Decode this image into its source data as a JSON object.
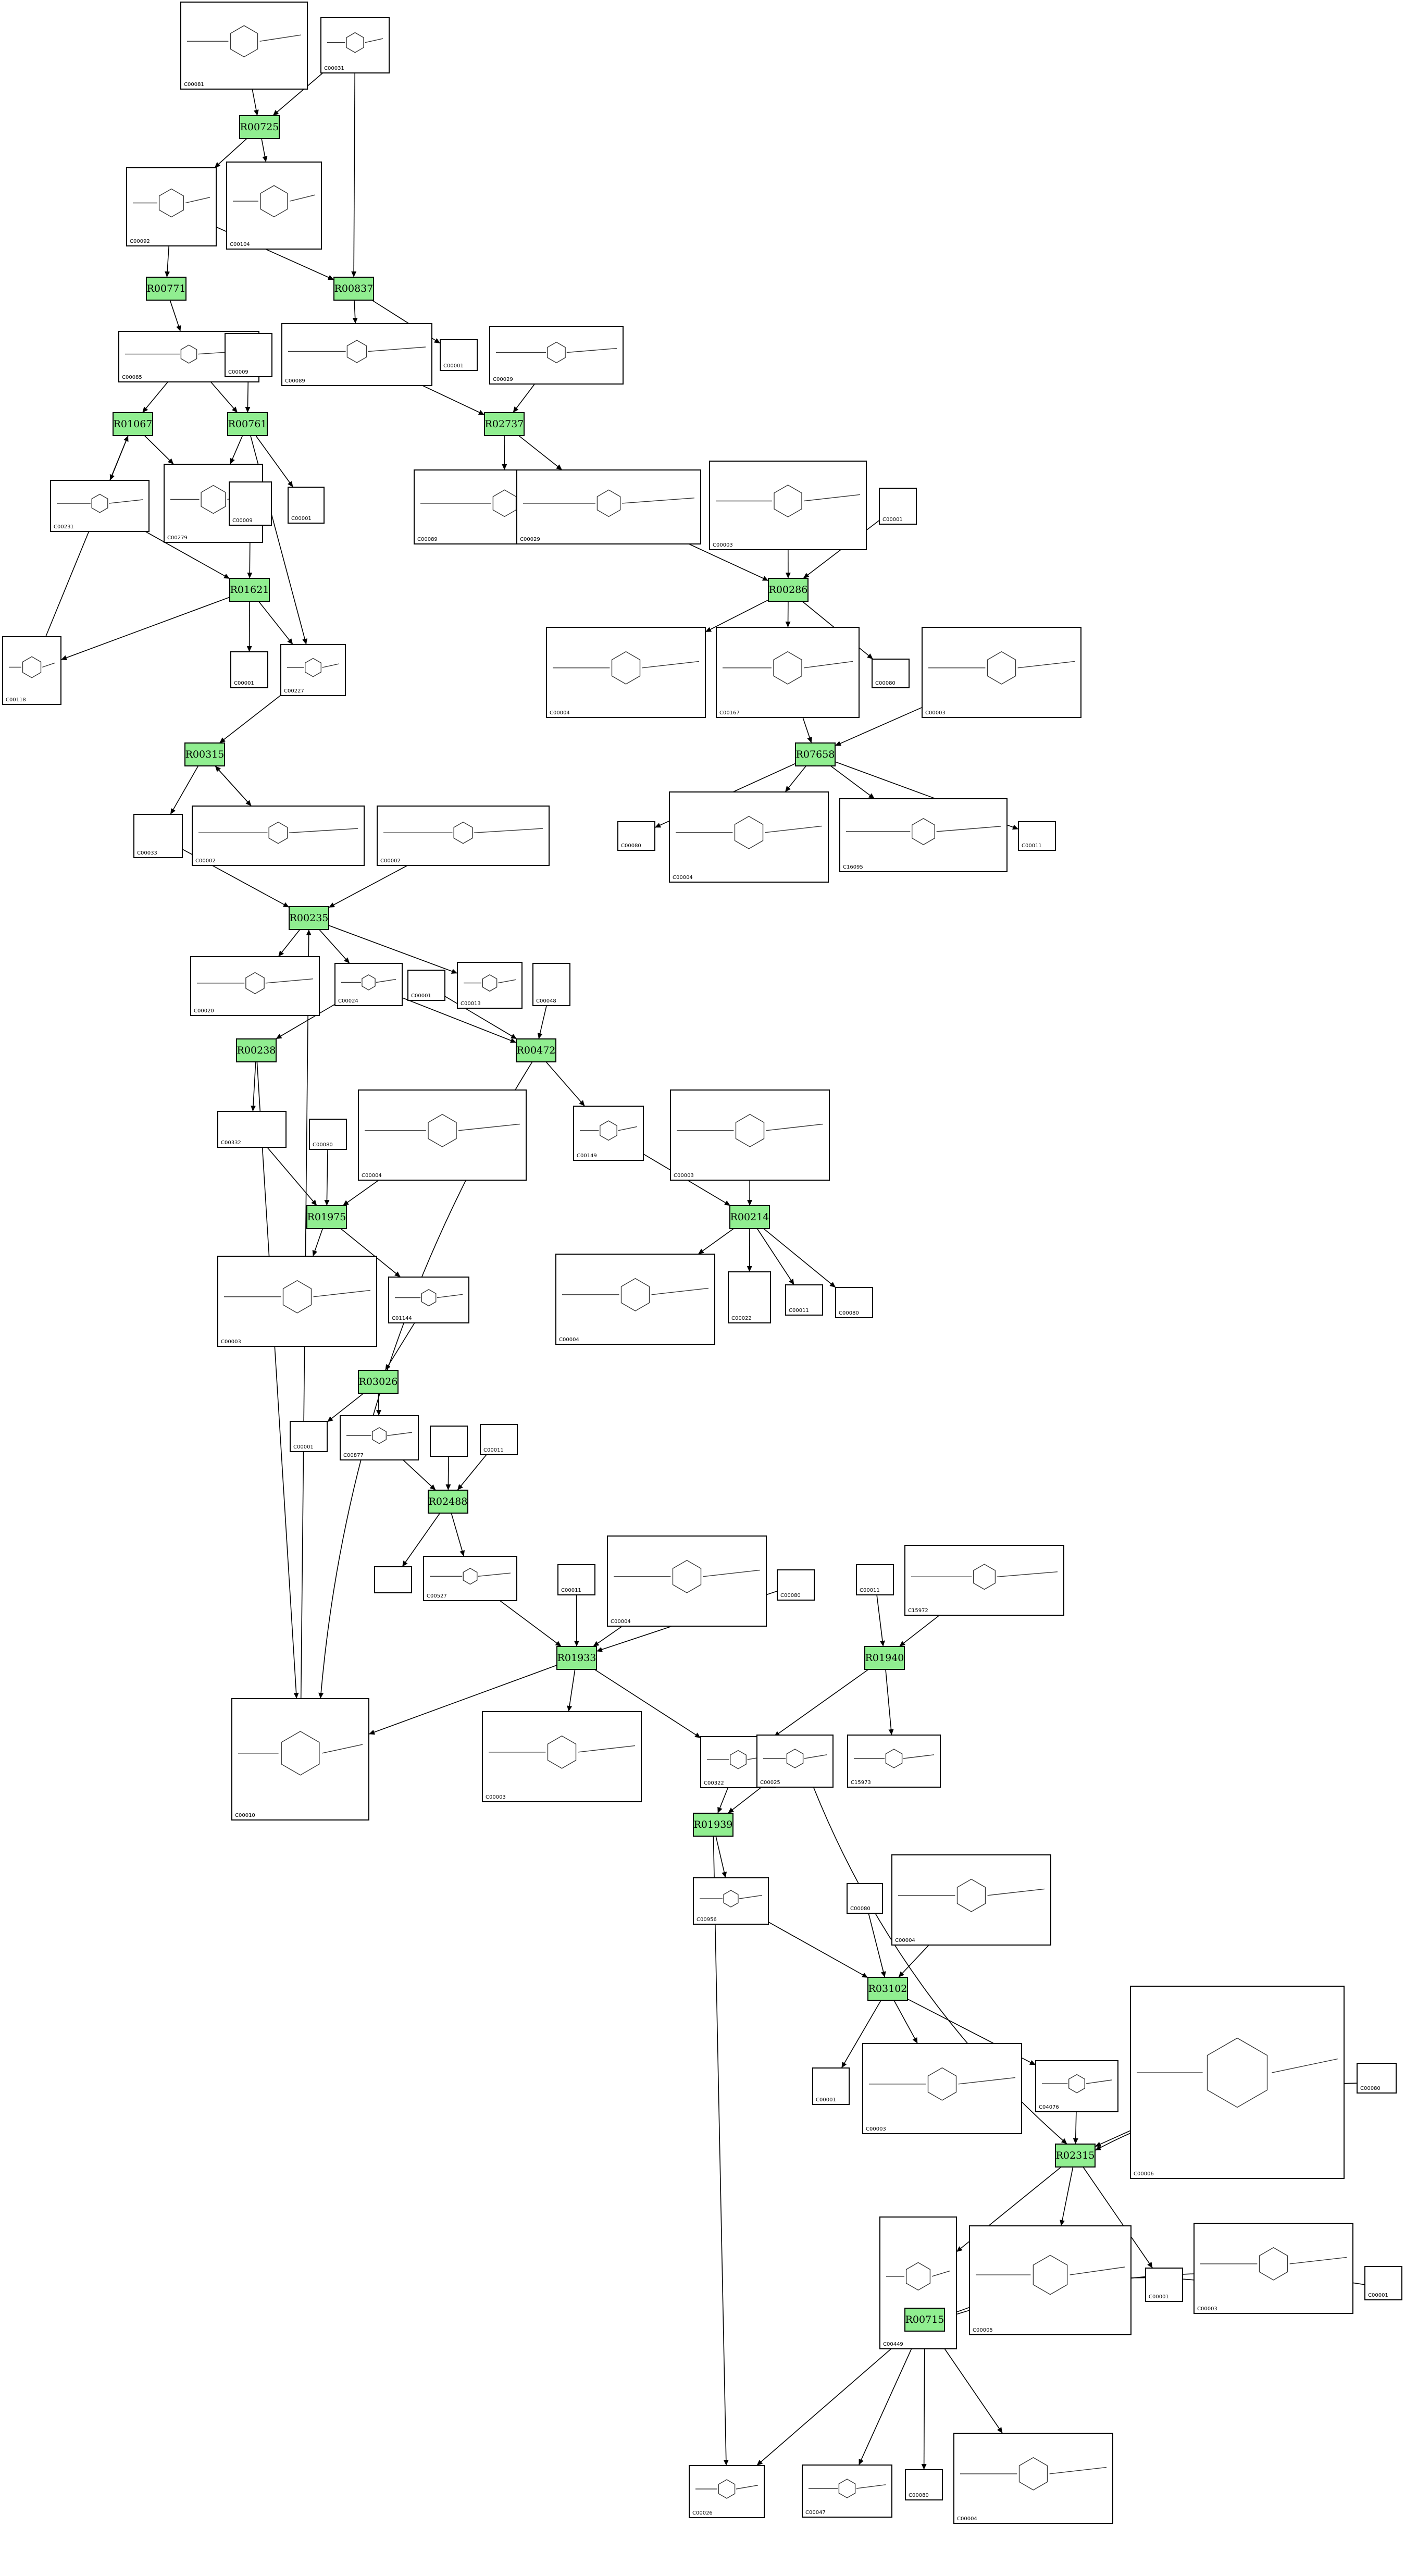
{
  "reactions": [
    {
      "id": "R00725",
      "label": "R00725"
    },
    {
      "id": "R00771",
      "label": "R00771"
    },
    {
      "id": "R00837",
      "label": "R00837"
    },
    {
      "id": "R01067",
      "label": "R01067"
    },
    {
      "id": "R00761",
      "label": "R00761"
    },
    {
      "id": "R02737",
      "label": "R02737"
    },
    {
      "id": "R01621",
      "label": "R01621"
    },
    {
      "id": "R00286",
      "label": "R00286"
    },
    {
      "id": "R00315",
      "label": "R00315"
    },
    {
      "id": "R07658",
      "label": "R07658"
    },
    {
      "id": "R00235",
      "label": "R00235"
    },
    {
      "id": "R00238",
      "label": "R00238"
    },
    {
      "id": "R00472",
      "label": "R00472"
    },
    {
      "id": "R01975",
      "label": "R01975"
    },
    {
      "id": "R00214",
      "label": "R00214"
    },
    {
      "id": "R03026",
      "label": "R03026"
    },
    {
      "id": "R02488",
      "label": "R02488"
    },
    {
      "id": "R01933",
      "label": "R01933"
    },
    {
      "id": "R01940",
      "label": "R01940"
    },
    {
      "id": "R01939",
      "label": "R01939"
    },
    {
      "id": "R03102",
      "label": "R03102"
    },
    {
      "id": "R02315",
      "label": "R02315"
    },
    {
      "id": "R00715",
      "label": "R00715"
    }
  ],
  "compounds": [
    {
      "id": "n1",
      "label": "C00081"
    },
    {
      "id": "n2",
      "label": "C00031"
    },
    {
      "id": "n3",
      "label": "C00092"
    },
    {
      "id": "n4",
      "label": "C00104"
    },
    {
      "id": "n5",
      "label": "C00085"
    },
    {
      "id": "n6",
      "label": "C00009"
    },
    {
      "id": "n7",
      "label": "C00089"
    },
    {
      "id": "n8",
      "label": "C00001"
    },
    {
      "id": "n9",
      "label": "C00029"
    },
    {
      "id": "n10",
      "label": "C00231"
    },
    {
      "id": "n11",
      "label": "C00279"
    },
    {
      "id": "n12",
      "label": "C00009"
    },
    {
      "id": "n13",
      "label": "C00001"
    },
    {
      "id": "n14",
      "label": "C00089"
    },
    {
      "id": "n15",
      "label": "C00029"
    },
    {
      "id": "n16",
      "label": "C00003"
    },
    {
      "id": "n17",
      "label": "C00001"
    },
    {
      "id": "n18",
      "label": "C00118"
    },
    {
      "id": "n19",
      "label": "C00001"
    },
    {
      "id": "n20",
      "label": "C00227"
    },
    {
      "id": "n21",
      "label": "C00004"
    },
    {
      "id": "n22",
      "label": "C00167"
    },
    {
      "id": "n23",
      "label": "C00080"
    },
    {
      "id": "n24",
      "label": "C00003"
    },
    {
      "id": "n25",
      "label": "C00033"
    },
    {
      "id": "n26",
      "label": "C00002"
    },
    {
      "id": "n27",
      "label": "C00002"
    },
    {
      "id": "n28",
      "label": "C00080"
    },
    {
      "id": "n29",
      "label": "C00004"
    },
    {
      "id": "n30",
      "label": "C16095"
    },
    {
      "id": "n31",
      "label": "C00011"
    },
    {
      "id": "n32",
      "label": "C00020"
    },
    {
      "id": "n33",
      "label": "C00024"
    },
    {
      "id": "n34",
      "label": "C00013"
    },
    {
      "id": "n35",
      "label": "C00001"
    },
    {
      "id": "n36",
      "label": "C00048"
    },
    {
      "id": "n37",
      "label": "C00332"
    },
    {
      "id": "n38",
      "label": "C00080"
    },
    {
      "id": "n39",
      "label": "C00004"
    },
    {
      "id": "n40",
      "label": "C00149"
    },
    {
      "id": "n41",
      "label": "C00003"
    },
    {
      "id": "n42",
      "label": "C00003"
    },
    {
      "id": "n43",
      "label": "C01144"
    },
    {
      "id": "n44",
      "label": "C00004"
    },
    {
      "id": "n45",
      "label": "C00022"
    },
    {
      "id": "n46",
      "label": "C00011"
    },
    {
      "id": "n47",
      "label": "C00080"
    },
    {
      "id": "n48",
      "label": "C00001"
    },
    {
      "id": "n49",
      "label": "C00877"
    },
    {
      "id": "n50",
      "label": ""
    },
    {
      "id": "n51",
      "label": "C00011"
    },
    {
      "id": "n52",
      "label": ""
    },
    {
      "id": "n53",
      "label": "C00527"
    },
    {
      "id": "n54",
      "label": "C00011"
    },
    {
      "id": "n55",
      "label": "C00004"
    },
    {
      "id": "n56",
      "label": "C00080"
    },
    {
      "id": "n57",
      "label": "C00011"
    },
    {
      "id": "n58",
      "label": "C15972"
    },
    {
      "id": "n59",
      "label": "C00010"
    },
    {
      "id": "n60",
      "label": "C00003"
    },
    {
      "id": "n61",
      "label": "C00322"
    },
    {
      "id": "n62",
      "label": "C00025"
    },
    {
      "id": "n63",
      "label": "C15973"
    },
    {
      "id": "n64",
      "label": "C00956"
    },
    {
      "id": "n65",
      "label": "C00080"
    },
    {
      "id": "n66",
      "label": "C00004"
    },
    {
      "id": "n67",
      "label": "C00001"
    },
    {
      "id": "n68",
      "label": "C00003"
    },
    {
      "id": "n69",
      "label": "C04076"
    },
    {
      "id": "n70",
      "label": "C00006"
    },
    {
      "id": "n71",
      "label": "C00080"
    },
    {
      "id": "n72",
      "label": "C00449"
    },
    {
      "id": "n73",
      "label": "C00005"
    },
    {
      "id": "n74",
      "label": "C00001"
    },
    {
      "id": "n75",
      "label": "C00003"
    },
    {
      "id": "n76",
      "label": "C00001"
    },
    {
      "id": "n77",
      "label": "C00026"
    },
    {
      "id": "n78",
      "label": "C00047"
    },
    {
      "id": "n79",
      "label": "C00080"
    },
    {
      "id": "n80",
      "label": "C00004"
    }
  ],
  "colors": {
    "reaction_fill": "#90ee90",
    "compound_fill": "#ffffff",
    "stroke": "#000000"
  }
}
